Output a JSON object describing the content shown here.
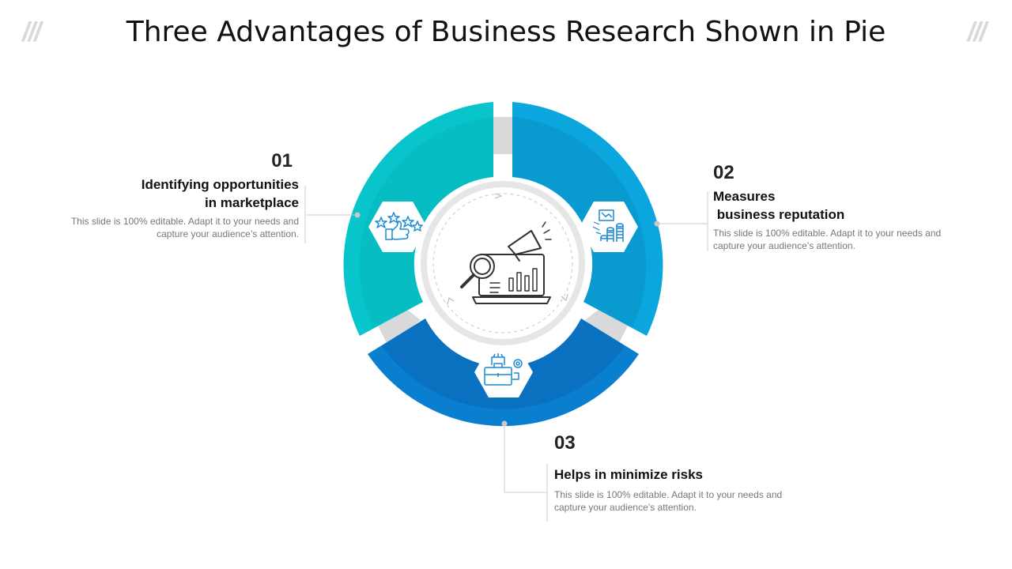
{
  "title": "Three Advantages of Business Research Shown in Pie",
  "decor": {
    "left": "///",
    "right": "///"
  },
  "colors": {
    "segment1": "#08c4cb",
    "segment2": "#0a9bd2",
    "segment3": "#0a72bf",
    "gap": "#d9d9d9",
    "center": "#eeeeee",
    "icon_accent": "#1a8ad4"
  },
  "items": [
    {
      "number": "01",
      "heading": "Identifying opportunities\nin marketplace",
      "description": "This slide is 100% editable. Adapt it to your needs and capture your audience’s attention.",
      "icon": "thumbs-up-stars-icon"
    },
    {
      "number": "02",
      "heading": "Measures\n business reputation",
      "description": "This slide is 100% editable. Adapt it to your needs and capture your audience’s attention.",
      "icon": "coins-growth-icon"
    },
    {
      "number": "03",
      "heading": "Helps in minimize risks",
      "description": "This slide is 100% editable. Adapt it to your needs and capture your audience’s attention.",
      "icon": "briefcase-gear-icon"
    }
  ],
  "center_icon": "laptop-research-megaphone-icon"
}
